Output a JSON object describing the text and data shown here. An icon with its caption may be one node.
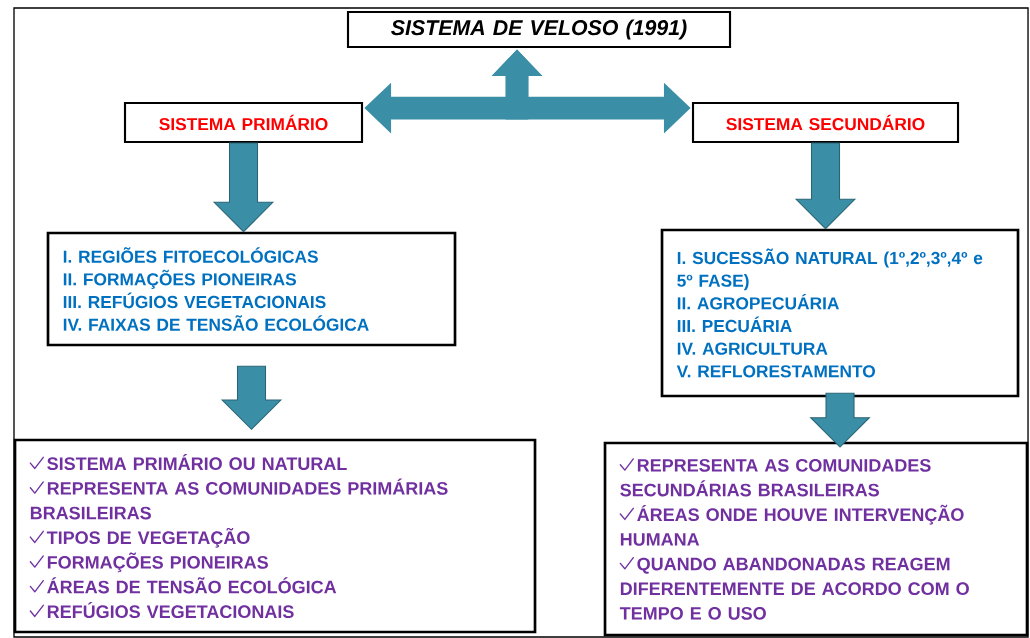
{
  "diagram": {
    "nodes": [
      {
        "text": [
          "SISTEMA DE VELOSO (1991)"
        ]
      },
      {
        "text": [
          "SISTEMA PRIMÁRIO"
        ]
      },
      {
        "text": [
          "SISTEMA SECUNDÁRIO"
        ]
      },
      {
        "text": [
          "I. REGIÕES FITOECOLÓGICAS",
          "II. FORMAÇÕES PIONEIRAS",
          "III. REFÚGIOS VEGETACIONAIS",
          "IV. FAIXAS DE TENSÃO ECOLÓGICA"
        ]
      },
      {
        "text": [
          "I. SUCESSÃO NATURAL (1º,2º,3º,4º e 5º FASE)",
          "II. AGROPECUÁRIA",
          "III. PECUÁRIA",
          "IV. AGRICULTURA",
          "V. REFLORESTAMENTO"
        ]
      },
      {
        "text": [
          "SISTEMA PRIMÁRIO OU NATURAL",
          "REPRESENTA AS COMUNIDADES PRIMÁRIAS BRASILEIRAS",
          "TIPOS DE VEGETAÇÃO",
          "FORMAÇÕES PIONEIRAS",
          "ÁREAS DE TENSÃO ECOLÓGICA",
          "REFÚGIOS VEGETACIONAIS"
        ]
      },
      {
        "text": [
          "REPRESENTA AS COMUNIDADES SECUNDÁRIAS BRASILEIRAS",
          "ÁREAS ONDE HOUVE INTERVENÇÃO HUMANA",
          "QUANDO ABANDONADAS REAGEM DIFERENTEMENTE DE ACORDO COM O TEMPO E O USO"
        ]
      }
    ],
    "edges": [
      {
        "from": 0,
        "to": 1,
        "arrow": "both"
      },
      {
        "from": 0,
        "to": 2,
        "arrow": "both"
      },
      {
        "from": 1,
        "to": 3,
        "arrow": "to"
      },
      {
        "from": 3,
        "to": 5,
        "arrow": "to"
      },
      {
        "from": 2,
        "to": 4,
        "arrow": "to"
      },
      {
        "from": 4,
        "to": 6,
        "arrow": "to"
      }
    ]
  }
}
